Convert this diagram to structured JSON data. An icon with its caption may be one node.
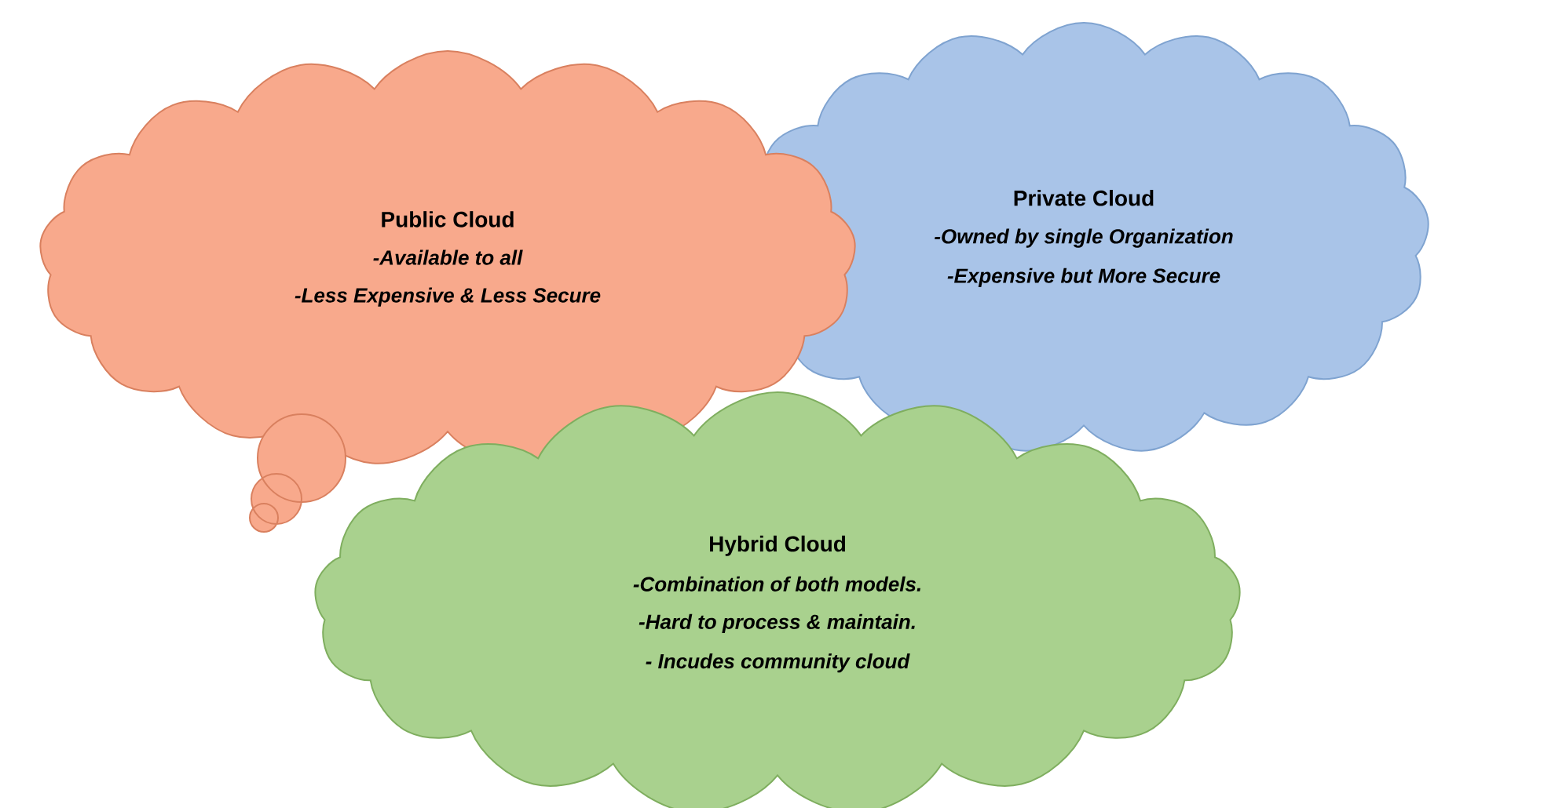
{
  "diagram": {
    "nodes": [
      {
        "text": [
          "Public Cloud",
          "-Available to all",
          "-Less Expensive & Less Secure"
        ]
      },
      {
        "text": [
          "Private Cloud",
          "-Owned by single Organization",
          "-Expensive but More Secure"
        ]
      },
      {
        "text": [
          "Hybrid Cloud",
          "-Combination of both models.",
          "-Hard to process & maintain.",
          "- Incudes community cloud"
        ]
      }
    ]
  }
}
